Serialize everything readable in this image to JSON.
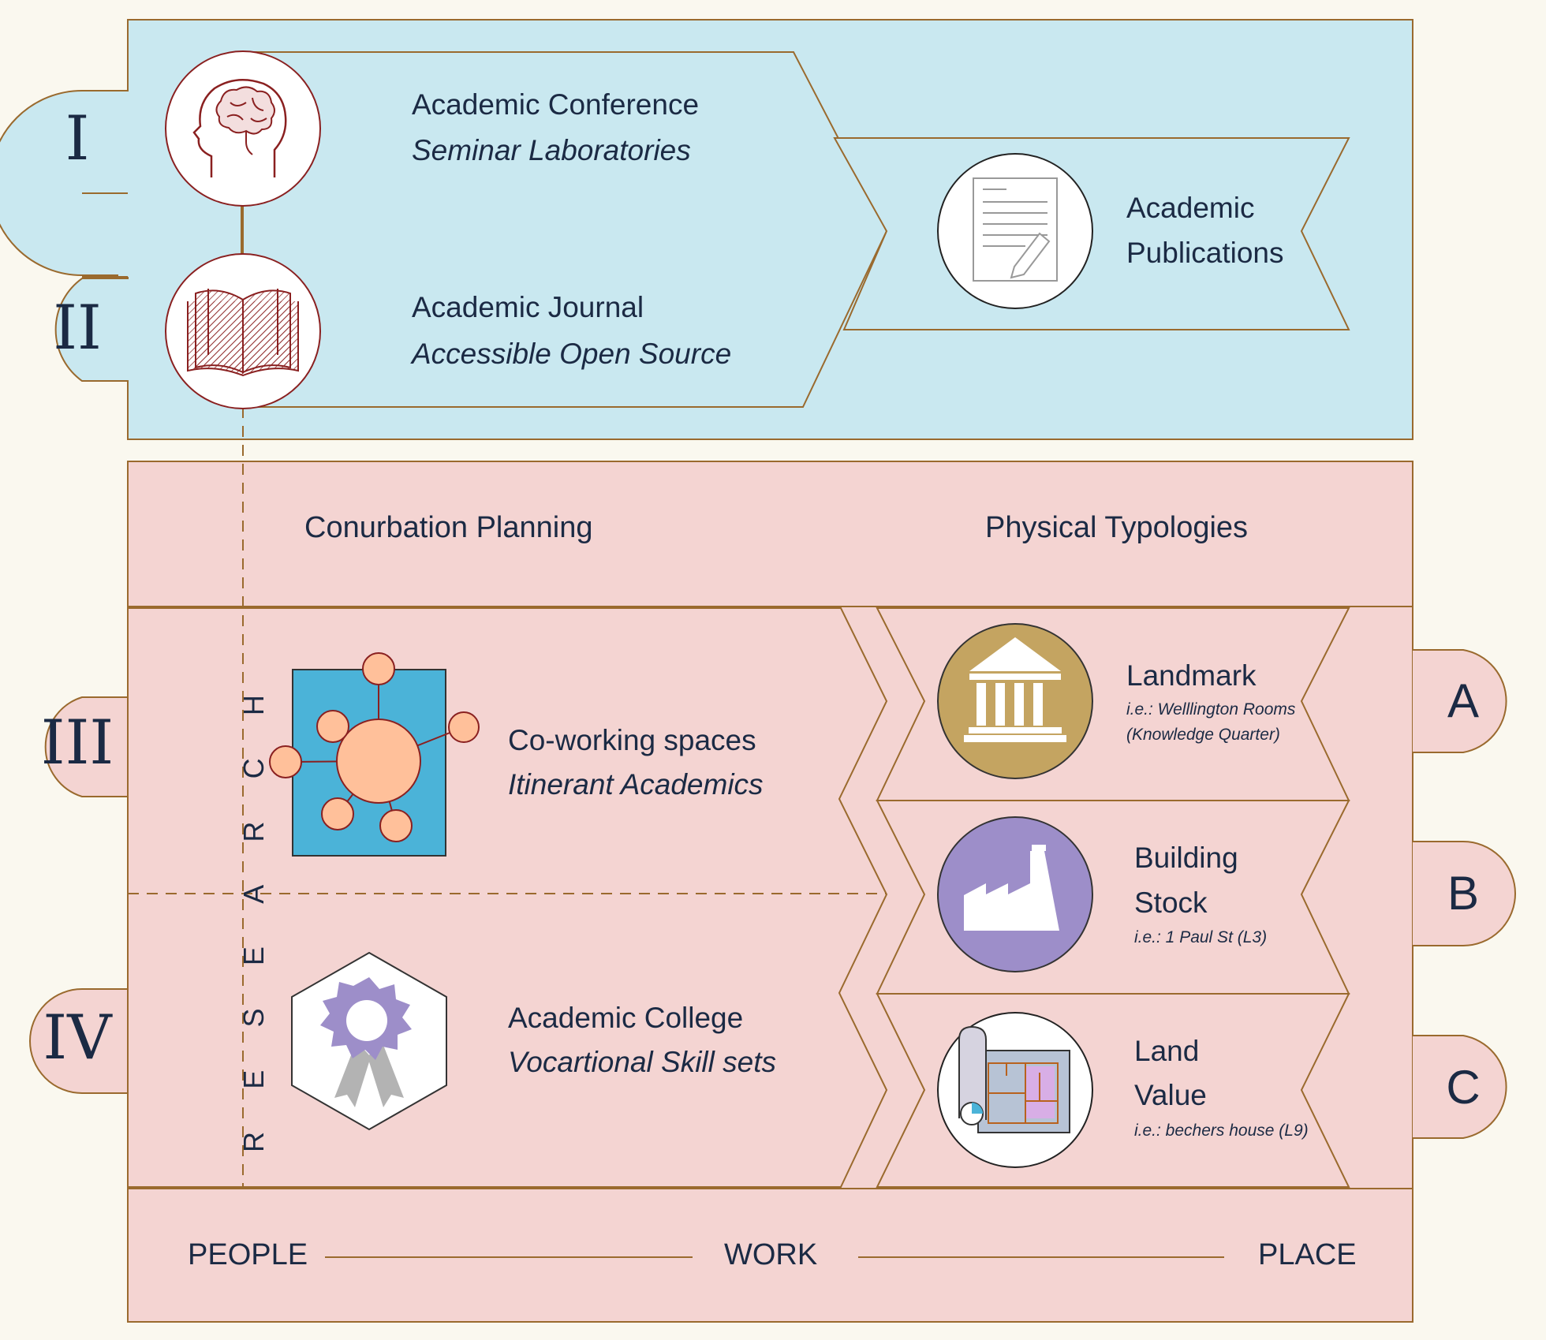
{
  "top": {
    "numerals": [
      "I",
      "II"
    ],
    "conference": {
      "title": "Academic Conference",
      "subtitle": "Seminar Laboratories"
    },
    "journal": {
      "title": "Academic Journal",
      "subtitle": "Accessible Open Source"
    },
    "publications": {
      "line1": "Academic",
      "line2": "Publications"
    }
  },
  "bottom": {
    "numerals": [
      "III",
      "IV"
    ],
    "header_left": "Conurbation Planning",
    "header_right": "Physical Typologies",
    "research_letters": [
      "R",
      "E",
      "S",
      "E",
      "A",
      "R",
      "C",
      "H"
    ],
    "coworking": {
      "title": "Co-working spaces",
      "subtitle": "Itinerant Academics"
    },
    "college": {
      "title": "Academic College",
      "subtitle": "Vocartional Skill sets"
    },
    "landmark": {
      "letter": "A",
      "title": "Landmark",
      "note1": "i.e.: Welllington Rooms",
      "note2": "(Knowledge Quarter)"
    },
    "building": {
      "letter": "B",
      "line1": "Building",
      "line2": "Stock",
      "note": "i.e.: 1 Paul St (L3)"
    },
    "land": {
      "letter": "C",
      "line1": "Land",
      "line2": "Value",
      "note": "i.e.: bechers house (L9)"
    },
    "footer": {
      "people": "PEOPLE",
      "work": "WORK",
      "place": "PLACE"
    }
  },
  "icons": [
    "brain-head-icon",
    "open-book-icon",
    "document-pen-icon",
    "network-icon",
    "award-ribbon-icon",
    "temple-icon",
    "factory-icon",
    "blueprint-icon"
  ],
  "colors": {
    "top_panel": "#c9e8f0",
    "bottom_panel": "#f4d4d2",
    "stroke": "#9a6a2e",
    "text": "#1b2a44",
    "landmark": "#c4a461",
    "factory": "#9d8ec9"
  }
}
